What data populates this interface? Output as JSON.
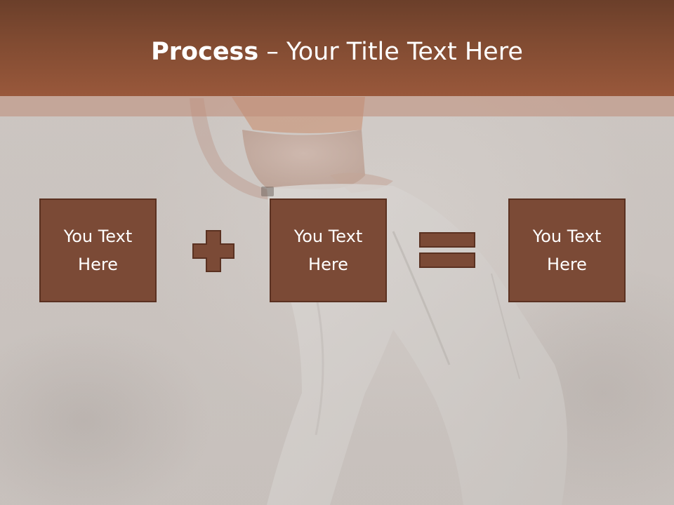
{
  "title": {
    "bold": "Process",
    "rest": " – Your Title Text Here"
  },
  "boxes": [
    {
      "line1": "You Text",
      "line2": "Here"
    },
    {
      "line1": "You Text",
      "line2": "Here"
    },
    {
      "line1": "You Text",
      "line2": "Here"
    }
  ],
  "operators": {
    "plus_icon": "plus-icon",
    "equals_icon": "equals-icon"
  },
  "colors": {
    "header": "#7f4a31",
    "box_fill": "#7b4a36",
    "box_border": "#5a3121",
    "text": "#ffffff"
  }
}
